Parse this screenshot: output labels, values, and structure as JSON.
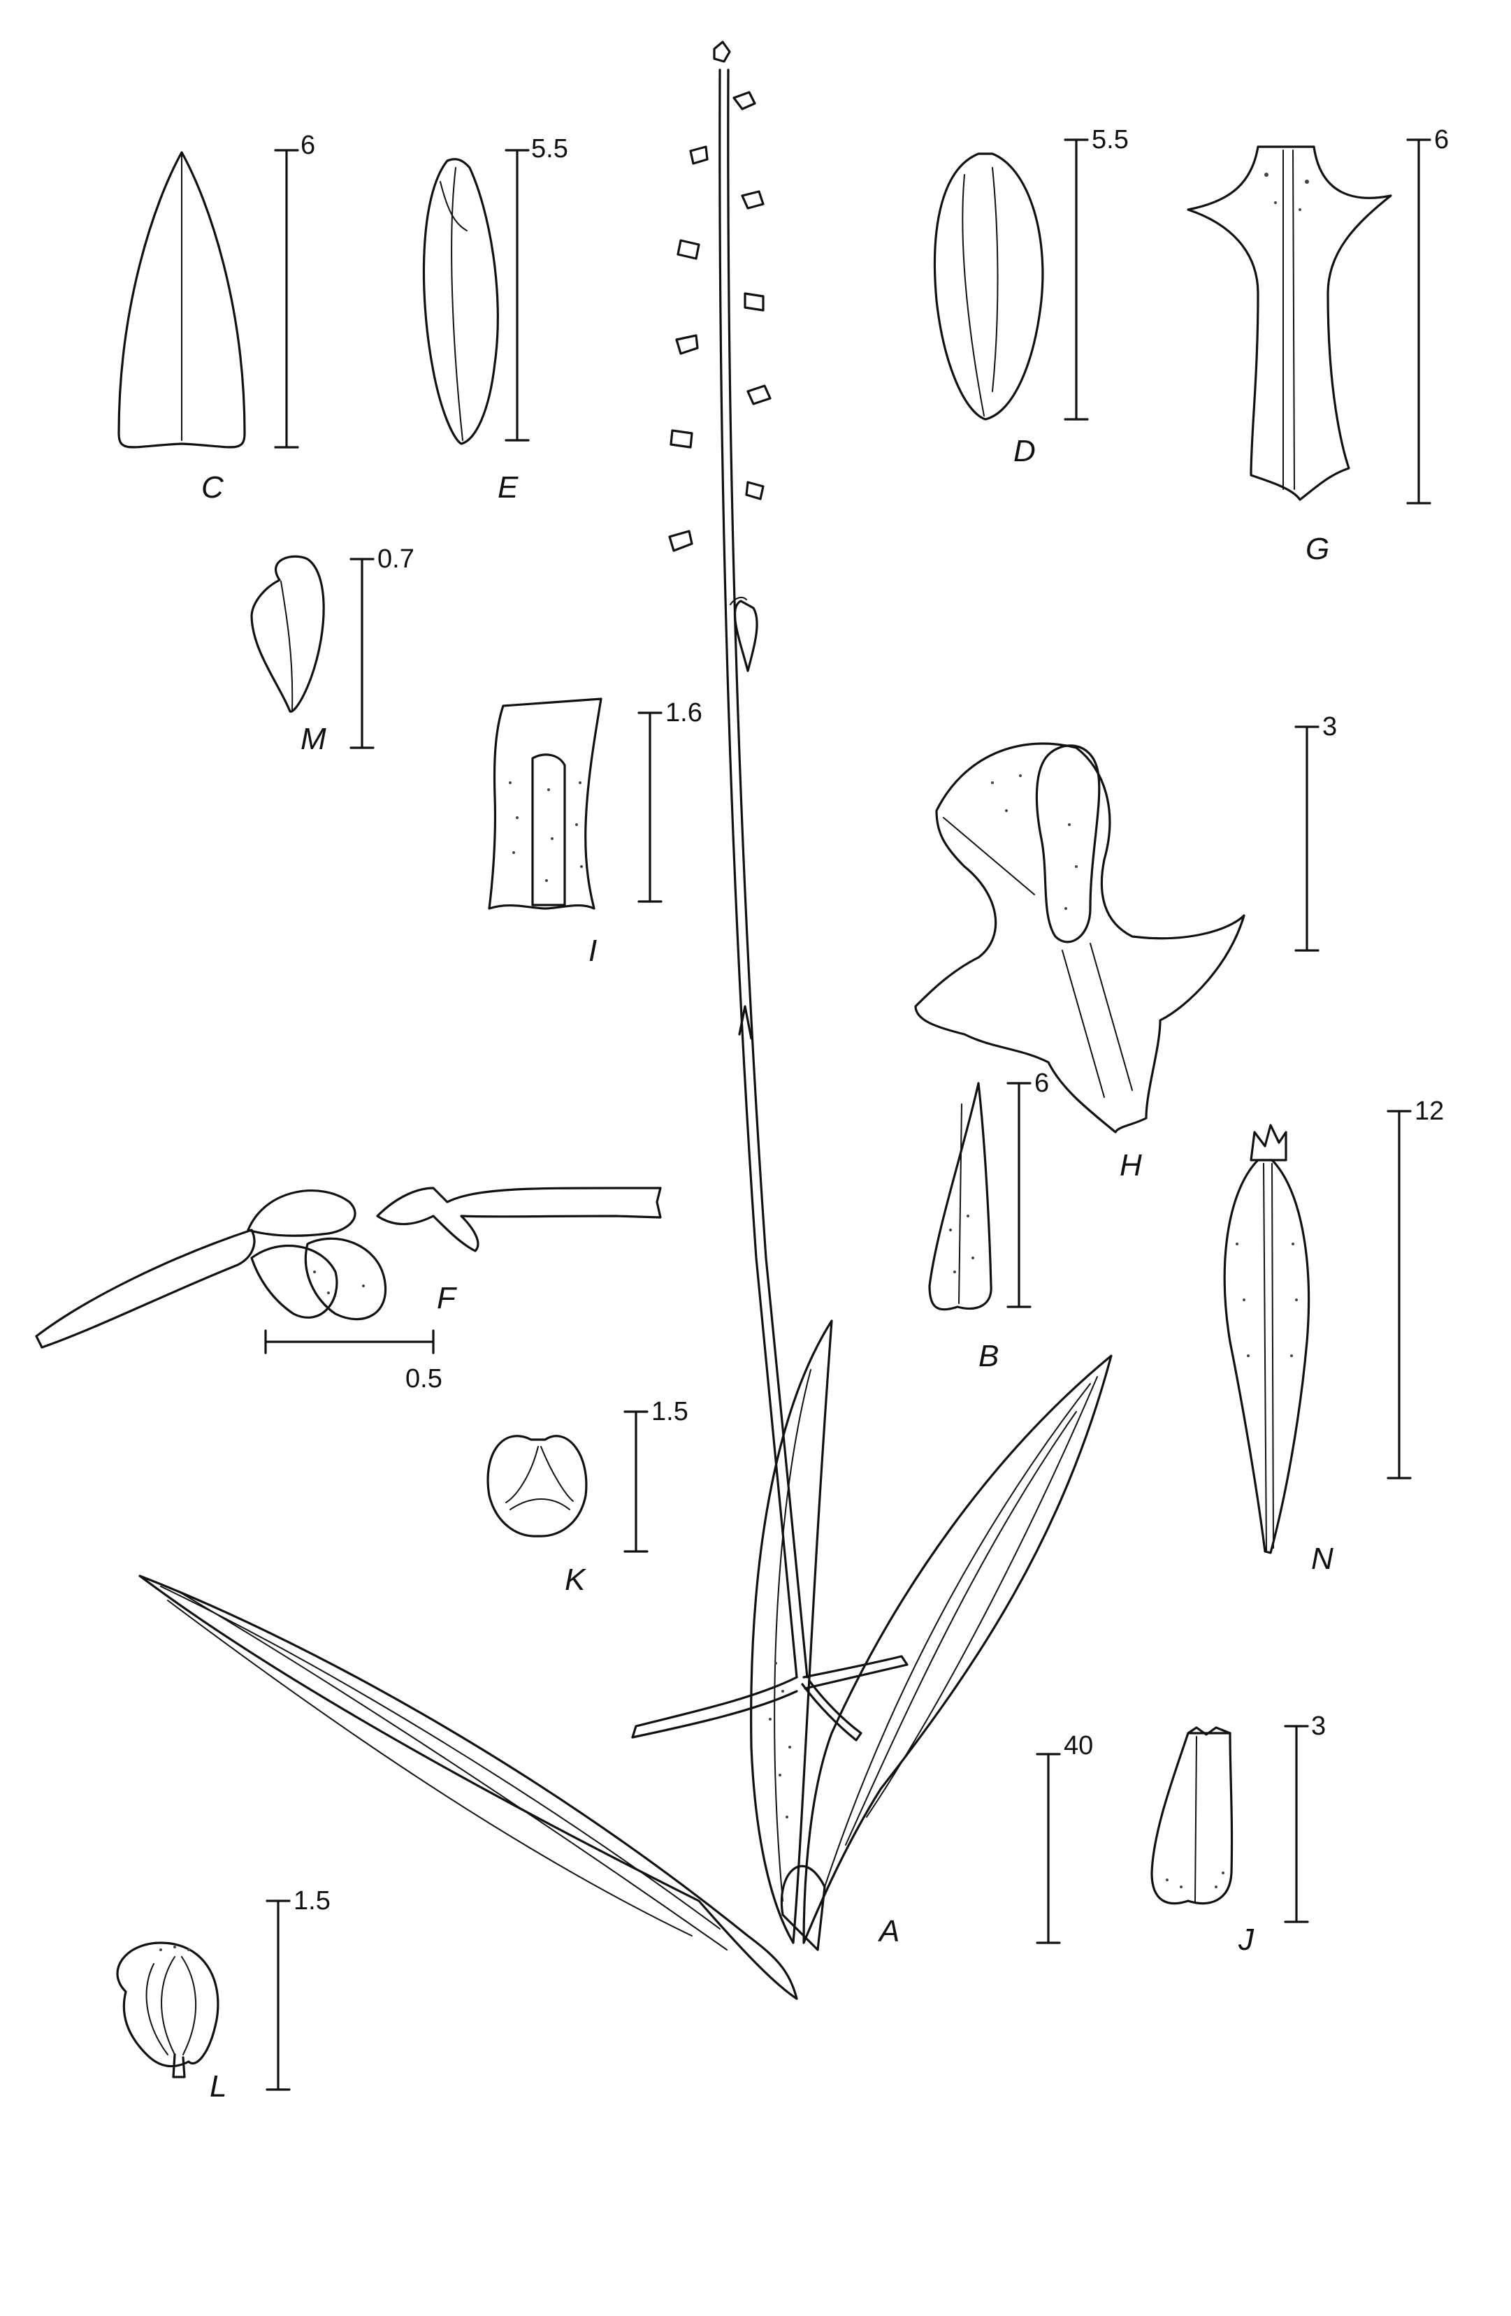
{
  "figures": {
    "A": {
      "letter": "A",
      "scale": "40"
    },
    "B": {
      "letter": "B",
      "scale": "6"
    },
    "C": {
      "letter": "C",
      "scale": "6"
    },
    "D": {
      "letter": "D",
      "scale": "5.5"
    },
    "E": {
      "letter": "E",
      "scale": "5.5"
    },
    "F": {
      "letter": "F",
      "scale": "0.5"
    },
    "G": {
      "letter": "G",
      "scale": "6"
    },
    "H": {
      "letter": "H",
      "scale": "3"
    },
    "I": {
      "letter": "I",
      "scale": "1.6"
    },
    "J": {
      "letter": "J",
      "scale": "3"
    },
    "K": {
      "letter": "K",
      "scale": "1.5"
    },
    "L": {
      "letter": "L",
      "scale": "1.5"
    },
    "M": {
      "letter": "M",
      "scale": "0.7"
    },
    "N": {
      "letter": "N",
      "scale": "12"
    }
  }
}
